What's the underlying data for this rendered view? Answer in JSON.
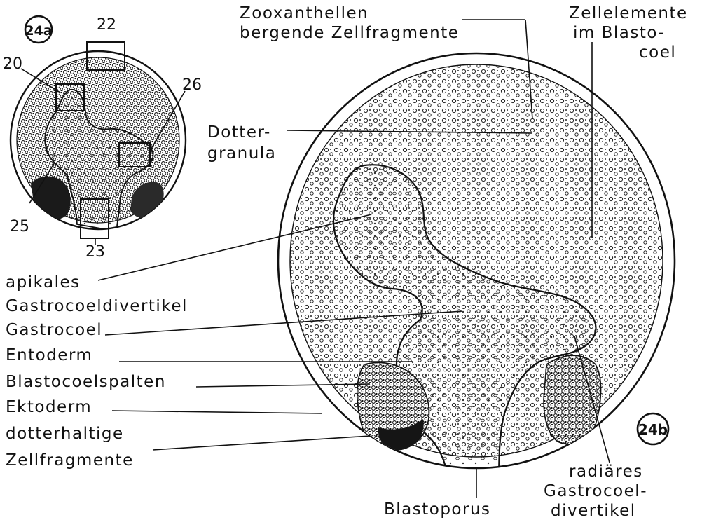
{
  "fig_a": {
    "badge": "24a",
    "marker_22": "22",
    "marker_20": "20",
    "marker_26": "26",
    "marker_25": "25",
    "marker_23": "23"
  },
  "fig_b": {
    "badge": "24b",
    "zoox_line1": "Zooxanthellen",
    "zoox_line2": "bergende Zellfragmente",
    "zellel_line1": "Zellelemente",
    "zellel_line2": "im Blasto-",
    "zellel_line3": "coel",
    "dotter_line1": "Dotter-",
    "dotter_line2": "granula",
    "apikales_line1": "apikales",
    "apikales_line2": "Gastrocoeldivertikel",
    "gastrocoel": "Gastrocoel",
    "entoderm": "Entoderm",
    "blastocoelspalten": "Blastocoelspalten",
    "ektoderm": "Ektoderm",
    "dotterhaltige_line1": "dotterhaltige",
    "dotterhaltige_line2": "Zellfragmente",
    "radiaeres_line1": "radiäres",
    "radiaeres_line2": "Gastrocoel-",
    "radiaeres_line3": "divertikel",
    "blastoporus": "Blastoporus"
  }
}
